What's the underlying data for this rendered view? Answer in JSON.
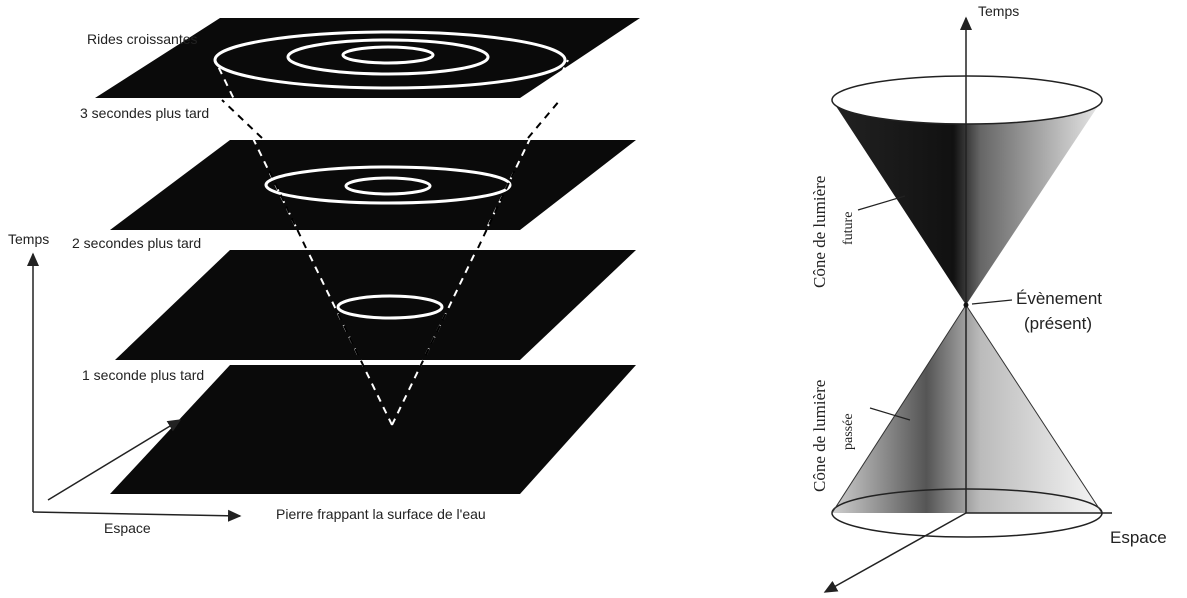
{
  "left_diagram": {
    "axis_time_label": "Temps",
    "axis_space_label": "Espace",
    "labels": {
      "growing_ripples": "Rides croissantes",
      "t3": "3 secondes plus tard",
      "t2": "2 secondes plus tard",
      "t1": "1 seconde plus tard",
      "impact": "Pierre frappant la surface de l'eau"
    }
  },
  "right_diagram": {
    "axis_time_label": "Temps",
    "axis_space_label": "Espace",
    "future_cone_line1": "Cône de lumière",
    "future_cone_line2": "future",
    "past_cone_line1": "Cône de lumière",
    "past_cone_line2": "passée",
    "event_line1": "Évènement",
    "event_line2": "(présent)"
  }
}
